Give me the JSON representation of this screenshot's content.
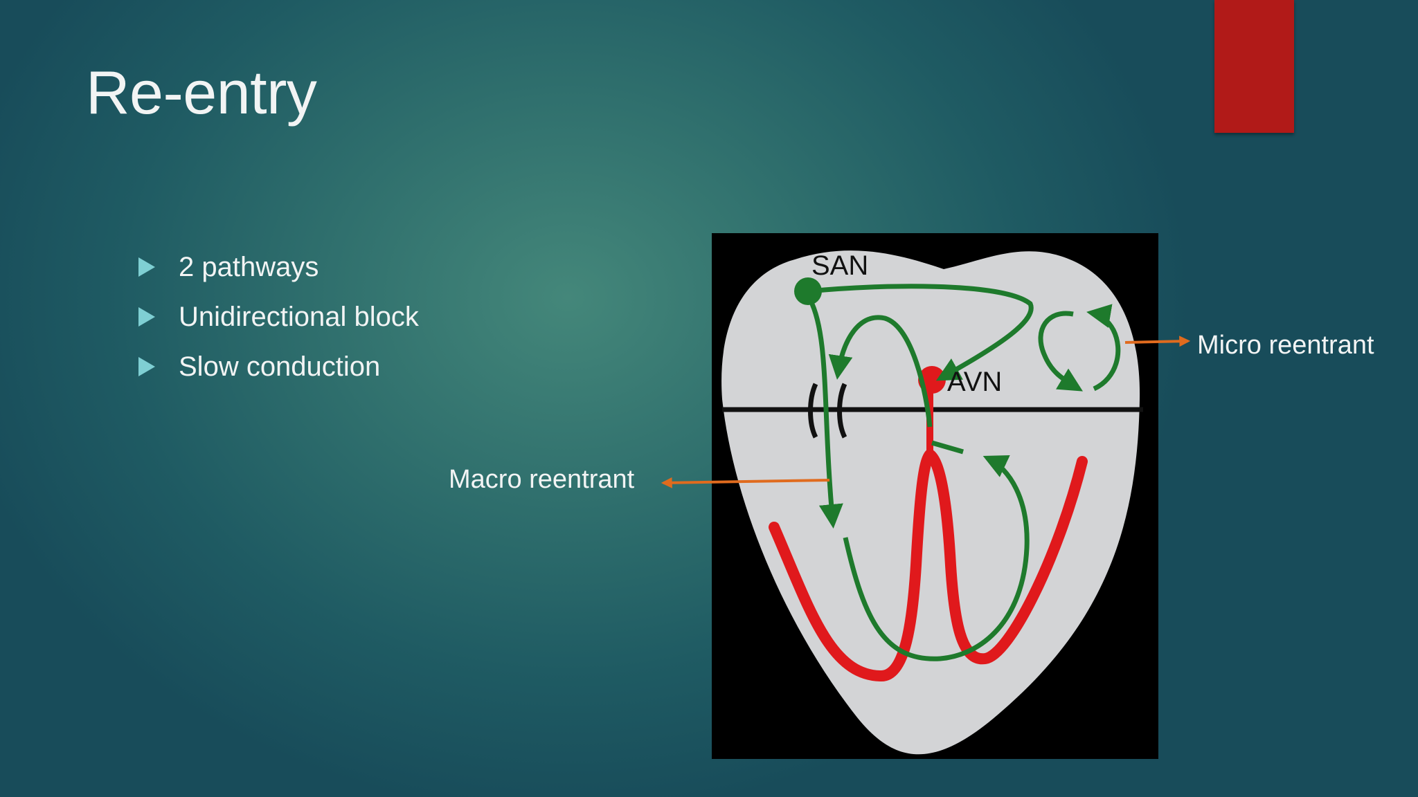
{
  "slide": {
    "title": "Re-entry",
    "bullets": [
      "2 pathways",
      "Unidirectional block",
      "Slow conduction"
    ],
    "accent_color": "#b11a18"
  },
  "diagram": {
    "labels": {
      "san": "SAN",
      "avn": "AVN"
    },
    "colors": {
      "pathway": "#1e7a2c",
      "conduction": "#e0191c",
      "heart": "#d3d4d6",
      "background": "#000000"
    }
  },
  "callouts": {
    "micro": "Micro reentrant",
    "macro": "Macro reentrant",
    "arrow_color": "#e06b1e"
  }
}
